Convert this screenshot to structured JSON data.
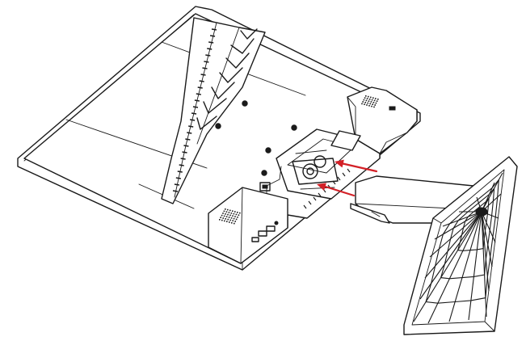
{
  "diagram": {
    "kind": "monitor stand installation illustration",
    "line_color": "#1a1a1a",
    "background_color": "#ffffff",
    "arrow_color": "#d32027",
    "arrows": [
      {
        "name": "upper-insert-arrow",
        "direction": "left"
      },
      {
        "name": "lower-insert-arrow",
        "direction": "left"
      }
    ],
    "parts": [
      {
        "name": "monitor-panel",
        "orientation": "face-down"
      },
      {
        "name": "stand-neck-assembly",
        "orientation": "detached"
      },
      {
        "name": "stand-base",
        "pattern": "web-lattice"
      }
    ]
  }
}
